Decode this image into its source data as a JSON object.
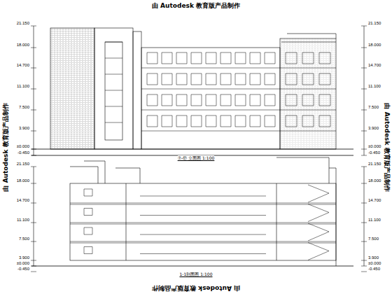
{
  "diagram": {
    "labels": [
      "由 Autodesk 教育版产品制作",
      "由 Autodesk 教育版产品制作",
      "由 Autodesk 教育版产品制作",
      "由 Autodesk 教育版产品制作",
      "⑦-⑰ 立面图 1:100",
      "1-1剖面图 1:100",
      "21.150",
      "18.000",
      "14.700",
      "11.100",
      "7.500",
      "3.900",
      "±0.000",
      "-0.450",
      "21.150",
      "18.000",
      "14.700",
      "11.100",
      "7.500",
      "3.900",
      "±0.000",
      "-0.450",
      "21.150",
      "18.000",
      "14.700",
      "11.100",
      "7.500",
      "3.900",
      "±0.000",
      "-0.450",
      "21.150",
      "18.000",
      "14.700",
      "11.100",
      "7.500",
      "3.900",
      "±0.000",
      "-0.450"
    ]
  }
}
